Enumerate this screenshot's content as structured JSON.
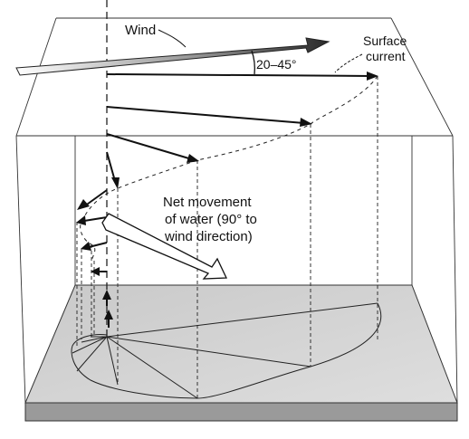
{
  "labels": {
    "wind": "Wind",
    "surface_current_line1": "Surface",
    "surface_current_line2": "current",
    "angle": "20–45°",
    "net_movement_line1": "Net movement",
    "net_movement_line2": "of water (90° to",
    "net_movement_line3": "wind direction)"
  },
  "colors": {
    "background": "#ffffff",
    "outline": "#222222",
    "floor_top": "#d4d4d4",
    "floor_side": "#9a9a9a",
    "arrow": "#111111"
  }
}
